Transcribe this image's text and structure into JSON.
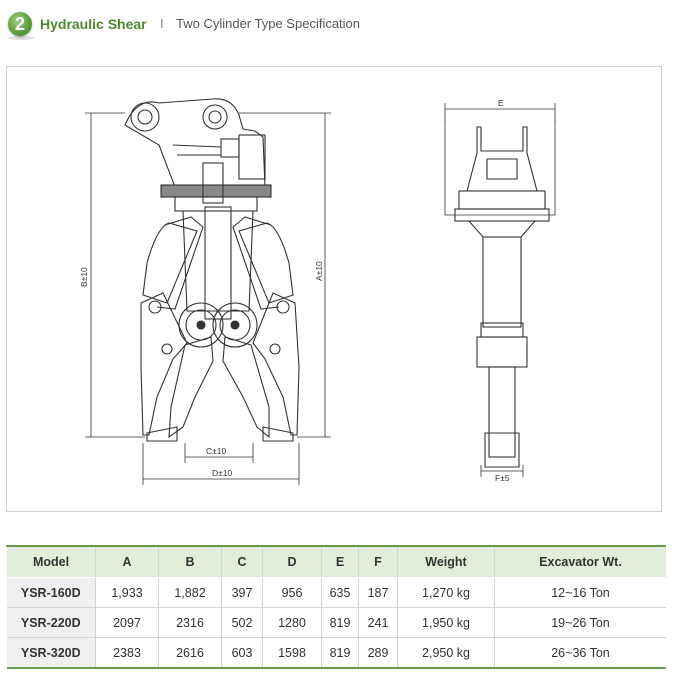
{
  "header": {
    "badge_number": "2",
    "title": "Hydraulic Shear",
    "separator": "I",
    "subtitle": "Two Cylinder Type Specification"
  },
  "drawing_labels": {
    "height_b": "B±10",
    "height_a": "A±10",
    "width_c": "C±10",
    "width_d": "D±10",
    "width_e": "E",
    "width_f": "F±5"
  },
  "table": {
    "headers": [
      "Model",
      "A",
      "B",
      "C",
      "D",
      "E",
      "F",
      "Weight",
      "Excavator Wt."
    ],
    "rows": [
      [
        "YSR-160D",
        "1,933",
        "1,882",
        "397",
        "956",
        "635",
        "187",
        "1,270 kg",
        "12~16 Ton"
      ],
      [
        "YSR-220D",
        "2097",
        "2316",
        "502",
        "1280",
        "819",
        "241",
        "1,950 kg",
        "19~26 Ton"
      ],
      [
        "YSR-320D",
        "2383",
        "2616",
        "603",
        "1598",
        "819",
        "289",
        "2,950 kg",
        "26~36 Ton"
      ]
    ]
  }
}
